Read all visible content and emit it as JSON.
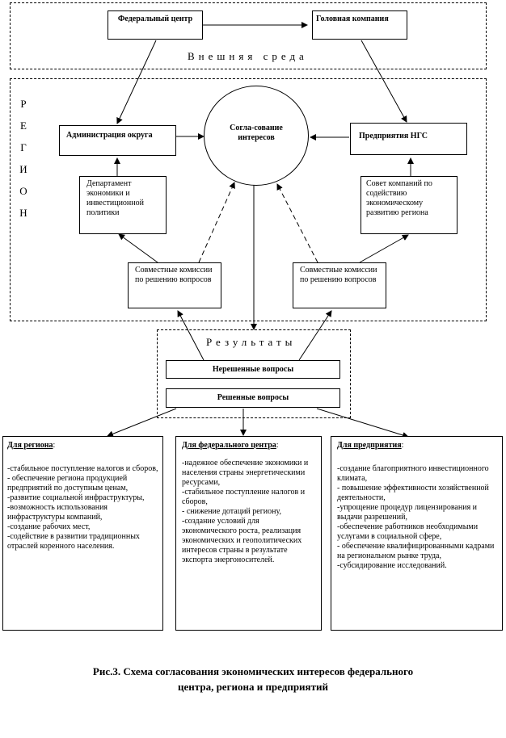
{
  "external": {
    "label": "Внешняя среда",
    "federal_center": "Федеральный центр",
    "head_company": "Головная компания"
  },
  "region": {
    "label_letters": [
      "Р",
      "Е",
      "Г",
      "И",
      "О",
      "Н"
    ],
    "admin": "Администрация округа",
    "coordination": "Согла-сование интересов",
    "enterprises": "Предприятия НГС",
    "department": "Департамент экономики и инвестиционной политики",
    "council": "Совет компаний по содействию экономическому развитию региона",
    "commission_left": "Совместные комиссии по решению вопросов",
    "commission_right": "Совместные комиссии по решению вопросов"
  },
  "results": {
    "label": "Результаты",
    "unresolved": "Нерешенные вопросы",
    "resolved": "Решенные вопросы"
  },
  "bottom": {
    "region": {
      "title": "Для региона",
      "items": [
        "-стабильное поступление налогов и сборов,",
        "- обеспечение региона продукцией предприятий по доступным ценам,",
        "-развитие социальной инфраструктуры,",
        "-возможность использования инфраструктуры компаний,",
        "-создание рабочих мест,",
        "-содействие в развитии традиционных отраслей коренного населения."
      ]
    },
    "federal": {
      "title": "Для федерального центра",
      "items": [
        "-надежное обеспечение экономики и населения страны энергетическими ресурсами,",
        "-стабильное поступление налогов и сборов,",
        "- снижение дотаций региону,",
        "-создание условий для экономического роста, реализация экономических и геополитических интересов страны в результате экспорта энергоносителей."
      ]
    },
    "enterprise": {
      "title": "Для предприятия",
      "items": [
        "-создание благоприятного инвестиционного климата,",
        "- повышение эффективности хозяйственной деятельности,",
        "-упрощение процедур лицензирования и выдачи разрешений,",
        "-обеспечение работников необходимыми услугами в социальной сфере,",
        "- обеспечение квалифицированными кадрами на региональном рынке труда,",
        "-субсидирование исследований."
      ]
    }
  },
  "caption": {
    "line1": "Рис.3. Схема согласования экономических интересов федерального",
    "line2": "центра, региона и предприятий"
  }
}
